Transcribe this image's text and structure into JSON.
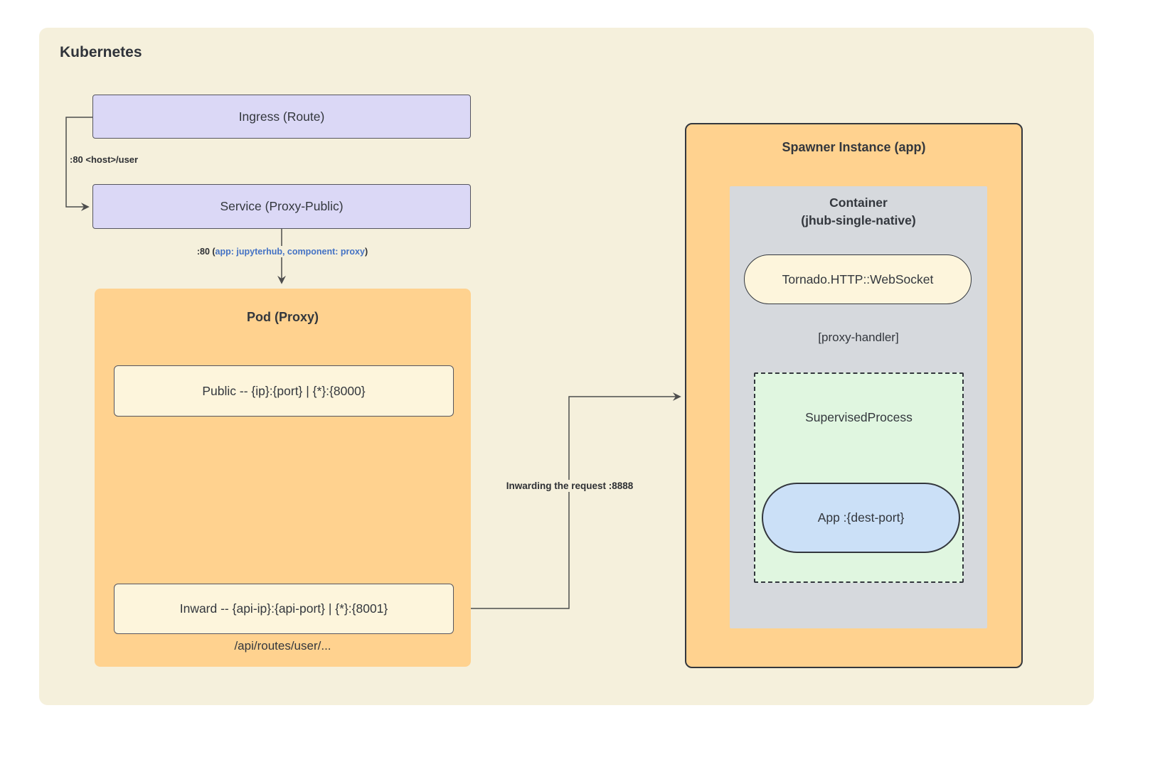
{
  "diagram": {
    "title": "Kubernetes",
    "nodes": {
      "ingress": {
        "label": "Ingress (Route)"
      },
      "service": {
        "label": "Service (Proxy-Public)"
      },
      "pod": {
        "title": "Pod (Proxy)",
        "public_endpoint": "Public -- {ip}:{port} | {*}:{8000}",
        "inward_endpoint": "Inward -- {api-ip}:{api-port} | {*}:{8001}",
        "routes_note": "/api/routes/user/..."
      },
      "spawner": {
        "title": "Spawner Instance (app)",
        "container": {
          "title_line1": "Container",
          "title_line2": "(jhub-single-native)",
          "tornado": "Tornado.HTTP::WebSocket",
          "proxy_handler_label": "[proxy-handler]",
          "supervised_process": {
            "title": "SupervisedProcess",
            "app": "App :{dest-port}"
          }
        }
      }
    },
    "edges": {
      "ingress_to_service": ":80 <host>/user",
      "service_to_pod_prefix": ":80 (",
      "service_to_pod_selector": "app: jupyterhub, component: proxy",
      "service_to_pod_suffix": ")",
      "inward_to_spawner": "Inwarding the request :8888"
    },
    "colors": {
      "canvas": "#ffffff",
      "kubernetes_bg": "#f5f0dc",
      "lavender_node": "#dbd8f6",
      "orange_node": "#ffd28f",
      "cream_node": "#fdf5dc",
      "container_gray": "#d6d9dd",
      "supervised_green": "#e0f6e0",
      "app_blue": "#cbe0f7",
      "selector_text_blue": "#4472c4",
      "line": "#4d4d4d",
      "text": "#33373d"
    }
  }
}
